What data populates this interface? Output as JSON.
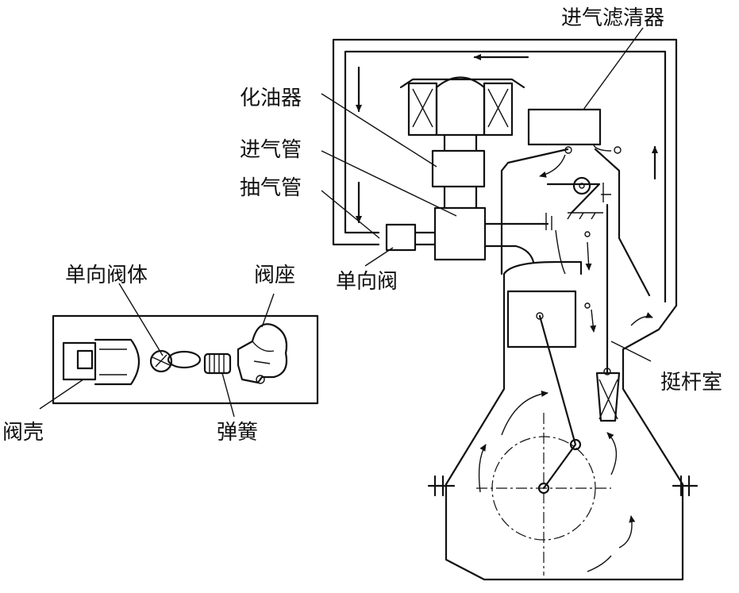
{
  "labels": {
    "air_filter": "进气滤清器",
    "carburetor": "化油器",
    "intake_pipe": "进气管",
    "suction_pipe": "抽气管",
    "check_valve": "单向阀",
    "tappet_chamber": "挺杆室",
    "check_valve_body": "单向阀体",
    "valve_seat": "阀座",
    "valve_housing": "阀壳",
    "spring": "弹簧"
  }
}
